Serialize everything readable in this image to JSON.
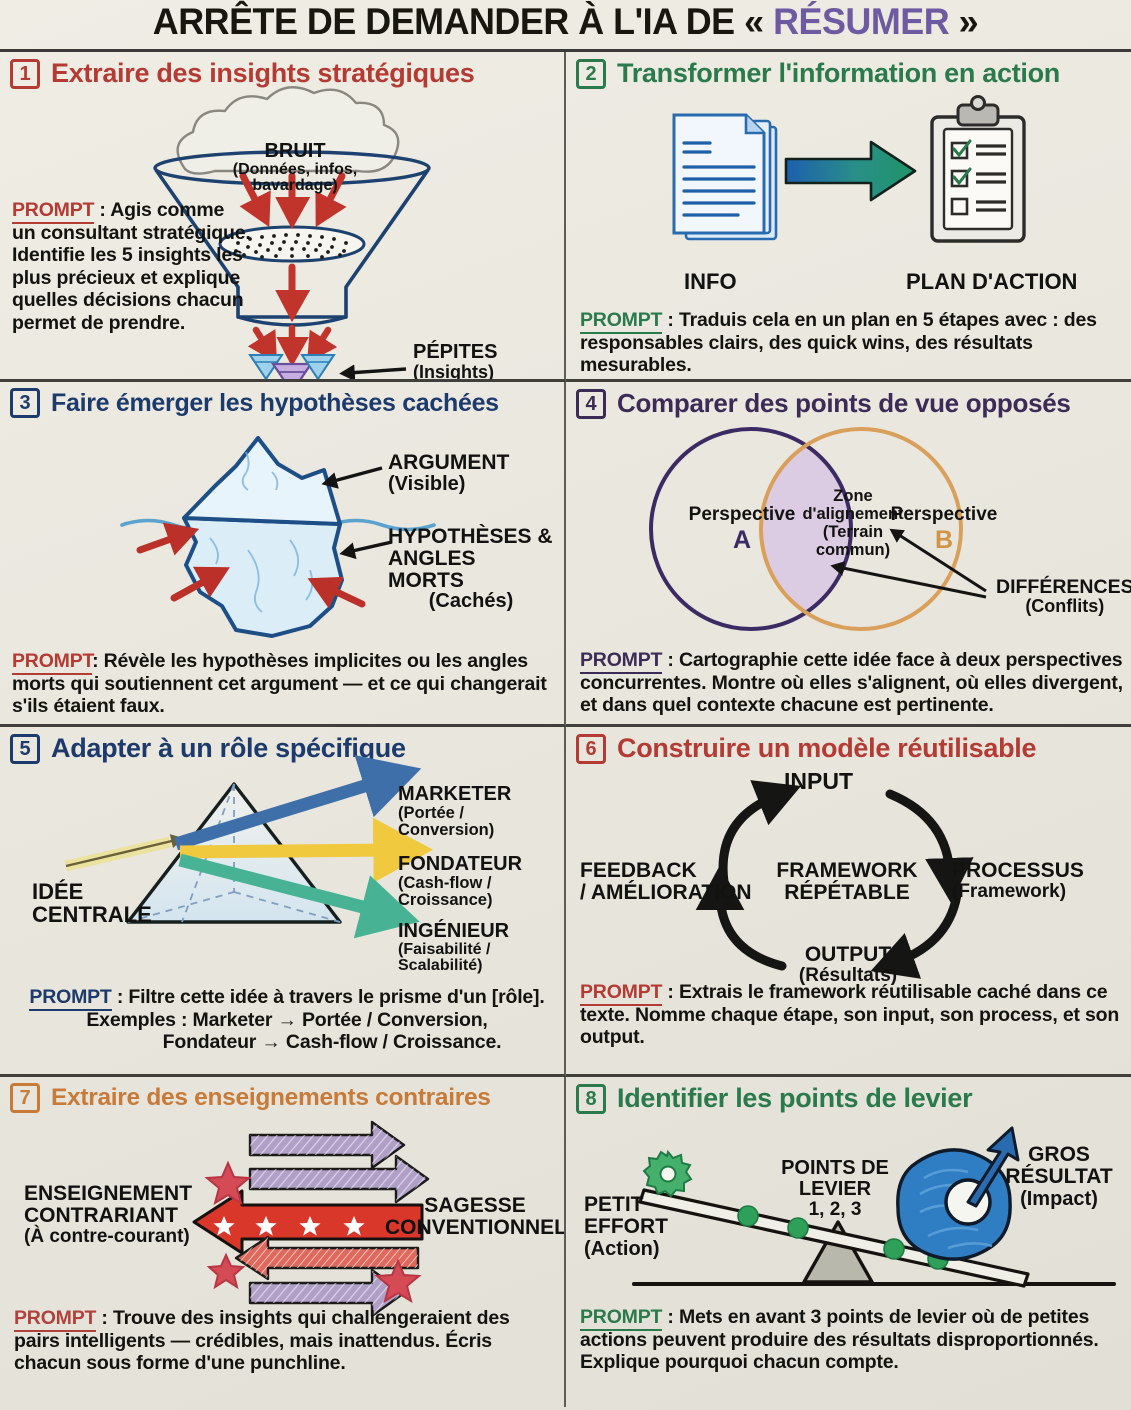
{
  "title": {
    "pre": "ARRÊTE DE DEMANDER À L'IA DE « ",
    "accent": "RÉSUMER",
    "post": " »"
  },
  "accent_colors": {
    "red": "#b43b33",
    "green": "#2a7a4c",
    "navy": "#1d3a6d",
    "purple": "#3c2b57",
    "orange": "#c87a38"
  },
  "prompt_label": "PROMPT",
  "panels": [
    {
      "num": "1",
      "title": "Extraire des insights stratégiques",
      "color": "red",
      "prompt_text": " : Agis comme un consultant stratégique. Identifie les 5 insights les plus précieux et explique quelles décisions chacun permet de prendre.",
      "art": {
        "type": "funnel",
        "cloud_label": "BRUIT",
        "cloud_sub": "(Données, infos, bavardage)",
        "out_label": "PÉPITES",
        "out_sub": "(Insights)"
      }
    },
    {
      "num": "2",
      "title": "Transformer l'information en action",
      "color": "green",
      "prompt_text": " : Traduis cela en un plan en 5 étapes avec : des responsables clairs, des quick wins, des résultats mesurables.",
      "art": {
        "type": "info-to-plan",
        "left_label": "INFO",
        "right_label": "PLAN D'ACTION",
        "checklist_states": [
          "checked",
          "checked",
          "unchecked"
        ]
      }
    },
    {
      "num": "3",
      "title": "Faire émerger les hypothèses cachées",
      "color": "navy",
      "prompt_text": ": Révèle les hypothèses implicites ou les angles morts qui soutiennent cet argument — et ce qui changerait s'ils étaient faux.",
      "art": {
        "type": "iceberg",
        "top_label": "ARGUMENT",
        "top_sub": "(Visible)",
        "bottom_label_1": "HYPOTHÈSES &",
        "bottom_label_2": "ANGLES MORTS",
        "bottom_sub": "(Cachés)"
      }
    },
    {
      "num": "4",
      "title": "Comparer des points de vue opposés",
      "color": "purple",
      "prompt_text": " : Cartographie cette idée face à deux perspectives concurrentes. Montre où elles s'alignent, où elles divergent, et dans quel contexte chacune est pertinente.",
      "art": {
        "type": "venn",
        "left_label": "Perspective",
        "left_letter": "A",
        "right_label": "Perspective",
        "right_letter": "B",
        "overlap_line1": "Zone",
        "overlap_line2": "d'alignement",
        "overlap_line3": "(Terrain",
        "overlap_line4": "commun)",
        "diff_label": "DIFFÉRENCES",
        "diff_sub": "(Conflits)",
        "circle_a_color": "#3c2b63",
        "circle_b_color": "#d9a05b",
        "overlap_fill": "#d8c6e4"
      }
    },
    {
      "num": "5",
      "title": "Adapter à un rôle spécifique",
      "color": "navy",
      "prompt_text": " : Filtre cette idée à travers le prisme d'un [rôle].",
      "prompt_extra_1": "Exemples : Marketer → Portée / Conversion,",
      "prompt_extra_2": "Fondateur → Cash-flow / Croissance.",
      "art": {
        "type": "prism",
        "input_line1": "IDÉE",
        "input_line2": "CENTRALE",
        "rays": [
          {
            "label": "MARKETER",
            "sub": "(Portée / Conversion)",
            "color": "#3f6fa8"
          },
          {
            "label": "FONDATEUR",
            "sub": "(Cash-flow / Croissance)",
            "color": "#f0c93f"
          },
          {
            "label": "INGÉNIEUR",
            "sub": "(Faisabilité / Scalabilité)",
            "color": "#48b394"
          }
        ]
      }
    },
    {
      "num": "6",
      "title": "Construire un modèle réutilisable",
      "color": "red",
      "prompt_text": " : Extrais le framework réutilisable caché dans ce texte. Nomme chaque étape, son input, son process, et son output.",
      "art": {
        "type": "cycle",
        "center_line1": "FRAMEWORK",
        "center_line2": "RÉPÉTABLE",
        "center_color": "#b43b33",
        "nodes": [
          {
            "label": "INPUT",
            "sub": ""
          },
          {
            "label": "PROCESSUS",
            "sub": "(Framework)"
          },
          {
            "label": "OUTPUT",
            "sub": "(Résultats)"
          },
          {
            "label": "FEEDBACK",
            "sub": "/ AMÉLIORATION"
          }
        ]
      }
    },
    {
      "num": "7",
      "title": "Extraire des enseignements contraires",
      "color": "orange",
      "prompt_text": " : Trouve des insights qui challengeraient des pairs intelligents — crédibles, mais inattendus. Écris chacun sous forme d'une punchline.",
      "art": {
        "type": "counter-arrows",
        "left_line1": "ENSEIGNEMENT",
        "left_line2": "CONTRARIANT",
        "left_sub": "(À contre-courant)",
        "right_line1": "SAGESSE",
        "right_line2": "CONVENTIONNELLE",
        "conventional_color": "#b0a0c8",
        "contrarian_color": "#d9372a",
        "star_color": "#d44a55"
      }
    },
    {
      "num": "8",
      "title": "Identifier les points de levier",
      "color": "green",
      "prompt_text": " : Mets en avant 3 points de levier où de petites actions peuvent produire des résultats disproportionnés. Explique pourquoi chacun compte.",
      "art": {
        "type": "lever",
        "left_line1": "PETIT",
        "left_line2": "EFFORT",
        "left_sub": "(Action)",
        "mid_line1": "POINTS DE",
        "mid_line2": "LEVIER",
        "mid_sub": "1, 2, 3",
        "right_line1": "GROS",
        "right_line2": "RÉSULTAT",
        "right_sub": "(Impact)",
        "node_color": "#2fa05a",
        "rock_color": "#2f7ec4"
      }
    }
  ]
}
